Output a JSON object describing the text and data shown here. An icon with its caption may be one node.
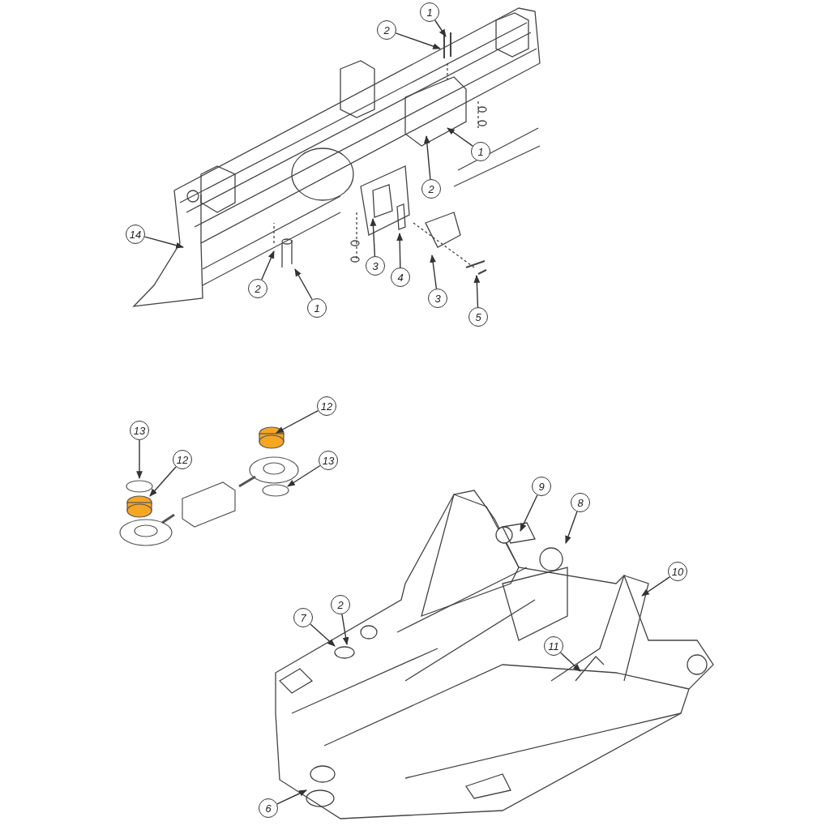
{
  "diagram": {
    "nodes": [
      {
        "text": [
          "1"
        ]
      },
      {
        "text": [
          "2"
        ]
      },
      {
        "text": [
          "1"
        ]
      },
      {
        "text": [
          "2"
        ]
      },
      {
        "text": [
          "14"
        ]
      },
      {
        "text": [
          "3"
        ]
      },
      {
        "text": [
          "4"
        ]
      },
      {
        "text": [
          "2"
        ]
      },
      {
        "text": [
          "3"
        ]
      },
      {
        "text": [
          "1"
        ]
      },
      {
        "text": [
          "5"
        ]
      },
      {
        "text": [
          "12"
        ]
      },
      {
        "text": [
          "13"
        ]
      },
      {
        "text": [
          "12"
        ]
      },
      {
        "text": [
          "13"
        ]
      },
      {
        "text": [
          "9"
        ]
      },
      {
        "text": [
          "8"
        ]
      },
      {
        "text": [
          "10"
        ]
      },
      {
        "text": [
          "2"
        ]
      },
      {
        "text": [
          "7"
        ]
      },
      {
        "text": [
          "11"
        ]
      },
      {
        "text": [
          "6"
        ]
      }
    ],
    "edges": [
      {
        "from": 0,
        "to": null,
        "arrow": "to"
      },
      {
        "from": 1,
        "to": null,
        "arrow": "to"
      },
      {
        "from": 2,
        "to": null,
        "arrow": "to"
      },
      {
        "from": 3,
        "to": null,
        "arrow": "to"
      },
      {
        "from": 4,
        "to": null,
        "arrow": "to"
      },
      {
        "from": 5,
        "to": null,
        "arrow": "to"
      },
      {
        "from": 6,
        "to": null,
        "arrow": "to"
      },
      {
        "from": 7,
        "to": null,
        "arrow": "to"
      },
      {
        "from": 8,
        "to": null,
        "arrow": "to"
      },
      {
        "from": 9,
        "to": null,
        "arrow": "to"
      },
      {
        "from": 10,
        "to": null,
        "arrow": "to"
      },
      {
        "from": 11,
        "to": null,
        "arrow": "to"
      },
      {
        "from": 12,
        "to": null,
        "arrow": "to"
      },
      {
        "from": 13,
        "to": null,
        "arrow": "to"
      },
      {
        "from": 14,
        "to": null,
        "arrow": "to"
      },
      {
        "from": 15,
        "to": null,
        "arrow": "to"
      },
      {
        "from": 16,
        "to": null,
        "arrow": "to"
      },
      {
        "from": 17,
        "to": null,
        "arrow": "to"
      },
      {
        "from": 18,
        "to": null,
        "arrow": "to"
      },
      {
        "from": 19,
        "to": null,
        "arrow": "to"
      },
      {
        "from": 20,
        "to": null,
        "arrow": "to"
      },
      {
        "from": 21,
        "to": null,
        "arrow": "to"
      }
    ]
  }
}
